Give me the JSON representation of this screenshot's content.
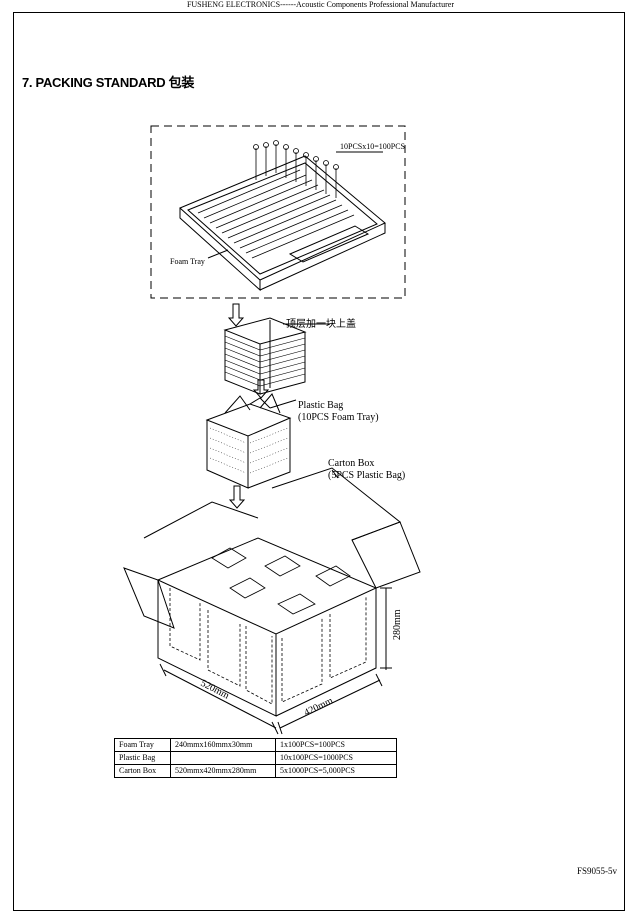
{
  "header": {
    "text": "FUSHENG ELECTRONICS------Acoustic Components Professional Manufacturer"
  },
  "section": {
    "title": "7. PACKING STANDARD 包装"
  },
  "diagram": {
    "tray_count_label": "10PCSx10=100PCS",
    "foam_tray_label": "Foam Tray",
    "top_layer_note": "顶层加一块上盖",
    "plastic_bag_label": "Plastic Bag",
    "plastic_bag_sub": "(10PCS Foam Tray)",
    "carton_box_label": "Carton Box",
    "carton_box_sub": "(5PCS Plastic Bag)",
    "dim_length": "520mm",
    "dim_width": "420mm",
    "dim_height": "280mm"
  },
  "spec_table": {
    "rows": [
      [
        "Foam Tray",
        "240mmx160mmx30mm",
        "1x100PCS=100PCS"
      ],
      [
        "Plastic Bag",
        "",
        "10x100PCS=1000PCS"
      ],
      [
        "Carton Box",
        "520mmx420mmx280mm",
        "5x1000PCS=5,000PCS"
      ]
    ]
  },
  "footer": {
    "doc_code": "FS9055-5v"
  }
}
